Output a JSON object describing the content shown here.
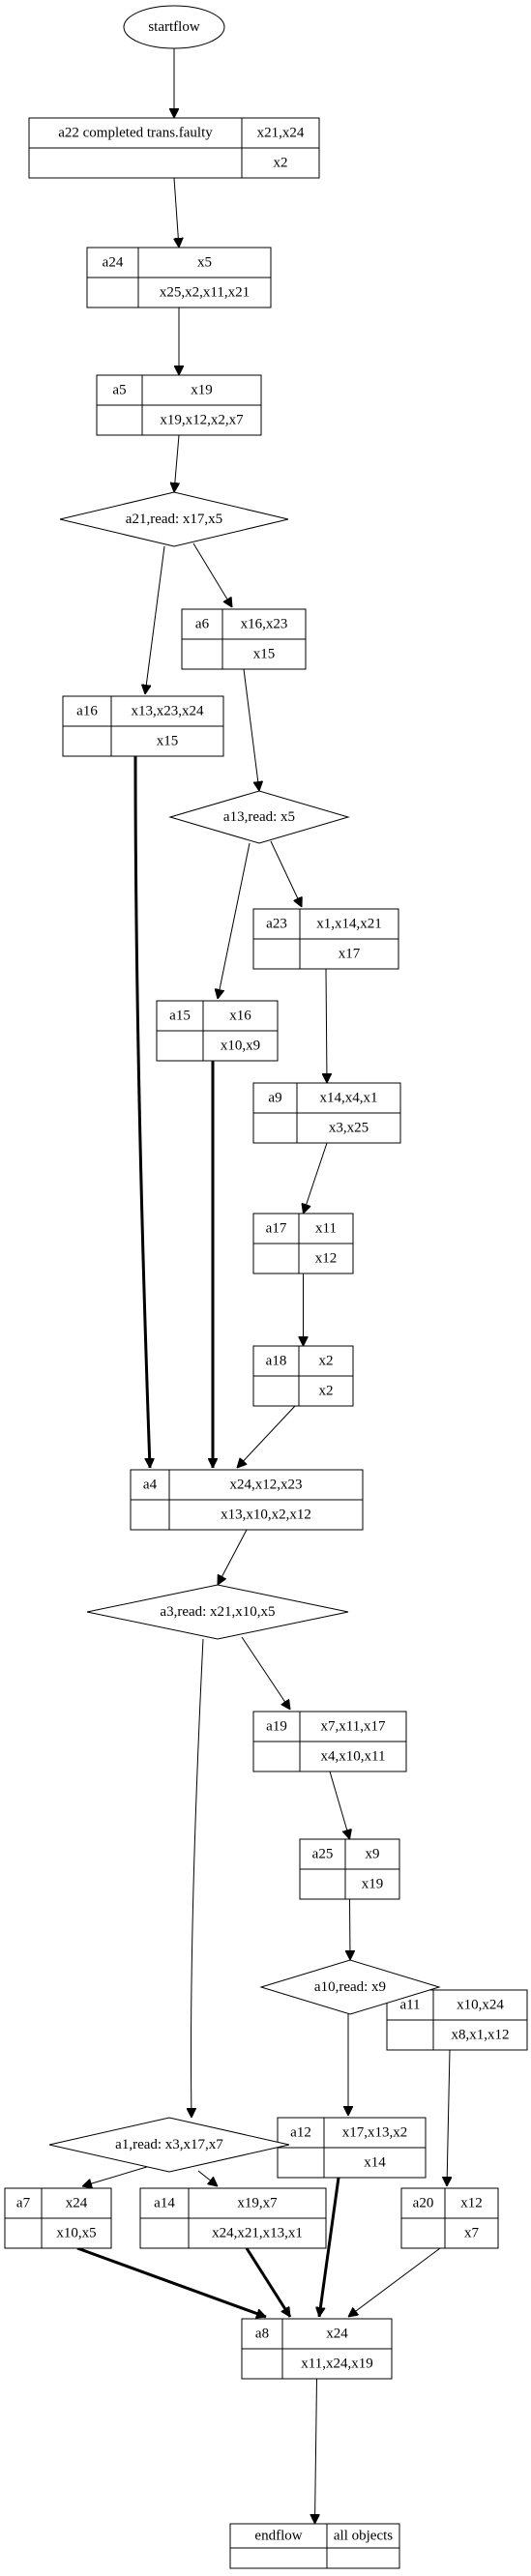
{
  "start": {
    "label": "startflow"
  },
  "end": {
    "label": "endflow",
    "objects": "all objects"
  },
  "nodes": [
    {
      "id": "a22",
      "label": "a22 completed trans.faulty",
      "top": "x21,x24",
      "bottom": "x2"
    },
    {
      "id": "a24",
      "label": "a24",
      "top": "x5",
      "bottom": "x25,x2,x11,x21"
    },
    {
      "id": "a5",
      "label": "a5",
      "top": "x19",
      "bottom": "x19,x12,x2,x7"
    },
    {
      "id": "a6",
      "label": "a6",
      "top": "x16,x23",
      "bottom": "x15"
    },
    {
      "id": "a16",
      "label": "a16",
      "top": "x13,x23,x24",
      "bottom": "x15"
    },
    {
      "id": "a23",
      "label": "a23",
      "top": "x1,x14,x21",
      "bottom": "x17"
    },
    {
      "id": "a15",
      "label": "a15",
      "top": "x16",
      "bottom": "x10,x9"
    },
    {
      "id": "a9",
      "label": "a9",
      "top": "x14,x4,x1",
      "bottom": "x3,x25"
    },
    {
      "id": "a17",
      "label": "a17",
      "top": "x11",
      "bottom": "x12"
    },
    {
      "id": "a18",
      "label": "a18",
      "top": "x2",
      "bottom": "x2"
    },
    {
      "id": "a4",
      "label": "a4",
      "top": "x24,x12,x23",
      "bottom": "x13,x10,x2,x12"
    },
    {
      "id": "a19",
      "label": "a19",
      "top": "x7,x11,x17",
      "bottom": "x4,x10,x11"
    },
    {
      "id": "a25",
      "label": "a25",
      "top": "x9",
      "bottom": "x19"
    },
    {
      "id": "a11",
      "label": "a11",
      "top": "x10,x24",
      "bottom": "x8,x1,x12"
    },
    {
      "id": "a12",
      "label": "a12",
      "top": "x17,x13,x2",
      "bottom": "x14"
    },
    {
      "id": "a7",
      "label": "a7",
      "top": "x24",
      "bottom": "x10,x5"
    },
    {
      "id": "a14",
      "label": "a14",
      "top": "x19,x7",
      "bottom": "x24,x21,x13,x1"
    },
    {
      "id": "a20",
      "label": "a20",
      "top": "x12",
      "bottom": "x7"
    },
    {
      "id": "a8",
      "label": "a8",
      "top": "x24",
      "bottom": "x11,x24,x19"
    }
  ],
  "decisions": [
    {
      "id": "a21",
      "label": "a21,read: x17,x5"
    },
    {
      "id": "a13",
      "label": "a13,read: x5"
    },
    {
      "id": "a3",
      "label": "a3,read: x21,x10,x5"
    },
    {
      "id": "a10",
      "label": "a10,read: x9"
    },
    {
      "id": "a1",
      "label": "a1,read: x3,x17,x7"
    }
  ],
  "edges": [
    {
      "from": "start",
      "to": "a22",
      "bold": false
    },
    {
      "from": "a22",
      "to": "a24",
      "bold": false
    },
    {
      "from": "a24",
      "to": "a5",
      "bold": false
    },
    {
      "from": "a5",
      "to": "a21",
      "bold": false
    },
    {
      "from": "a21",
      "to": "a16",
      "bold": false
    },
    {
      "from": "a21",
      "to": "a6",
      "bold": false
    },
    {
      "from": "a6",
      "to": "a13",
      "bold": false
    },
    {
      "from": "a13",
      "to": "a15",
      "bold": false
    },
    {
      "from": "a13",
      "to": "a23",
      "bold": false
    },
    {
      "from": "a23",
      "to": "a9",
      "bold": false
    },
    {
      "from": "a9",
      "to": "a17",
      "bold": false
    },
    {
      "from": "a17",
      "to": "a18",
      "bold": false
    },
    {
      "from": "a18",
      "to": "a4",
      "bold": false
    },
    {
      "from": "a16",
      "to": "a4",
      "bold": true
    },
    {
      "from": "a15",
      "to": "a4",
      "bold": true
    },
    {
      "from": "a4",
      "to": "a3",
      "bold": false
    },
    {
      "from": "a3",
      "to": "a19",
      "bold": false
    },
    {
      "from": "a3",
      "to": "a1",
      "bold": false
    },
    {
      "from": "a19",
      "to": "a25",
      "bold": false
    },
    {
      "from": "a25",
      "to": "a10",
      "bold": false
    },
    {
      "from": "a10",
      "to": "a11",
      "bold": false
    },
    {
      "from": "a10",
      "to": "a12",
      "bold": false
    },
    {
      "from": "a11",
      "to": "a20",
      "bold": false
    },
    {
      "from": "a1",
      "to": "a7",
      "bold": false
    },
    {
      "from": "a1",
      "to": "a14",
      "bold": false
    },
    {
      "from": "a7",
      "to": "a8",
      "bold": true
    },
    {
      "from": "a14",
      "to": "a8",
      "bold": true
    },
    {
      "from": "a12",
      "to": "a8",
      "bold": true
    },
    {
      "from": "a20",
      "to": "a8",
      "bold": false
    },
    {
      "from": "a8",
      "to": "end",
      "bold": false
    }
  ]
}
